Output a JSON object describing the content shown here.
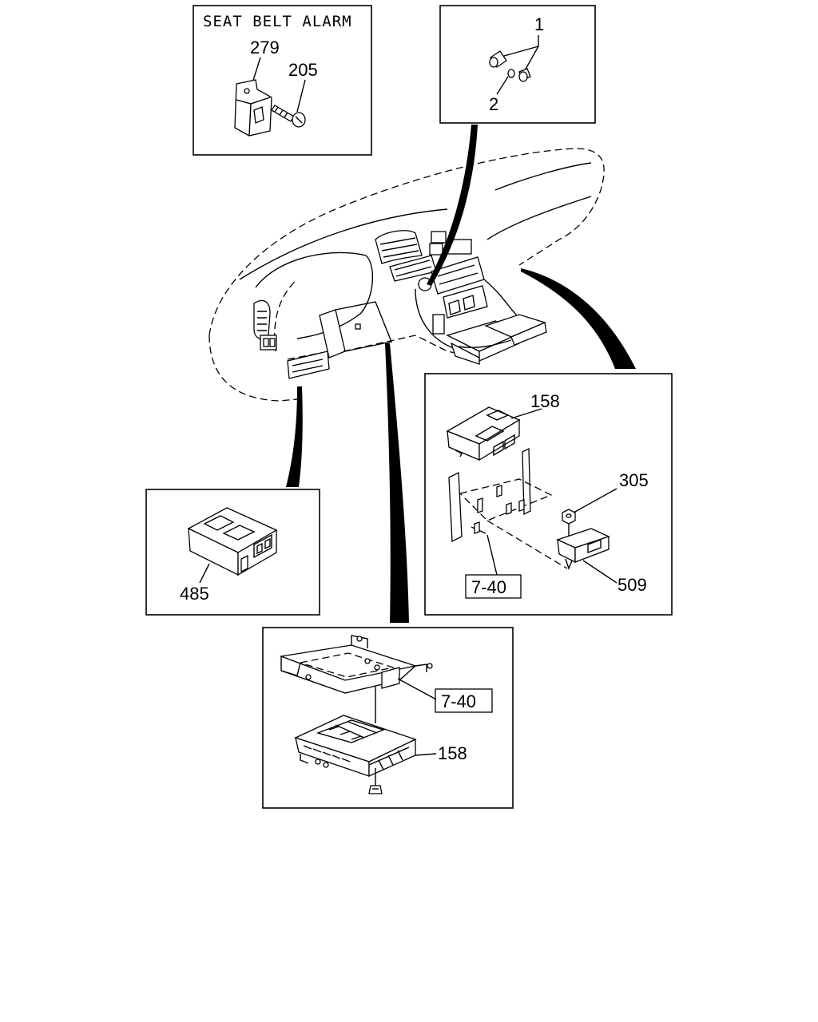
{
  "boxes": {
    "seat_belt": {
      "title": "SEAT BELT ALARM",
      "labels": [
        "279",
        "205"
      ]
    },
    "top_right": {
      "labels": [
        "1",
        "2"
      ]
    },
    "right": {
      "labels": [
        "158",
        "305",
        "509"
      ],
      "ref": "7-40"
    },
    "left": {
      "labels": [
        "485"
      ]
    },
    "bottom": {
      "labels": [
        "158"
      ],
      "ref": "7-40"
    }
  }
}
